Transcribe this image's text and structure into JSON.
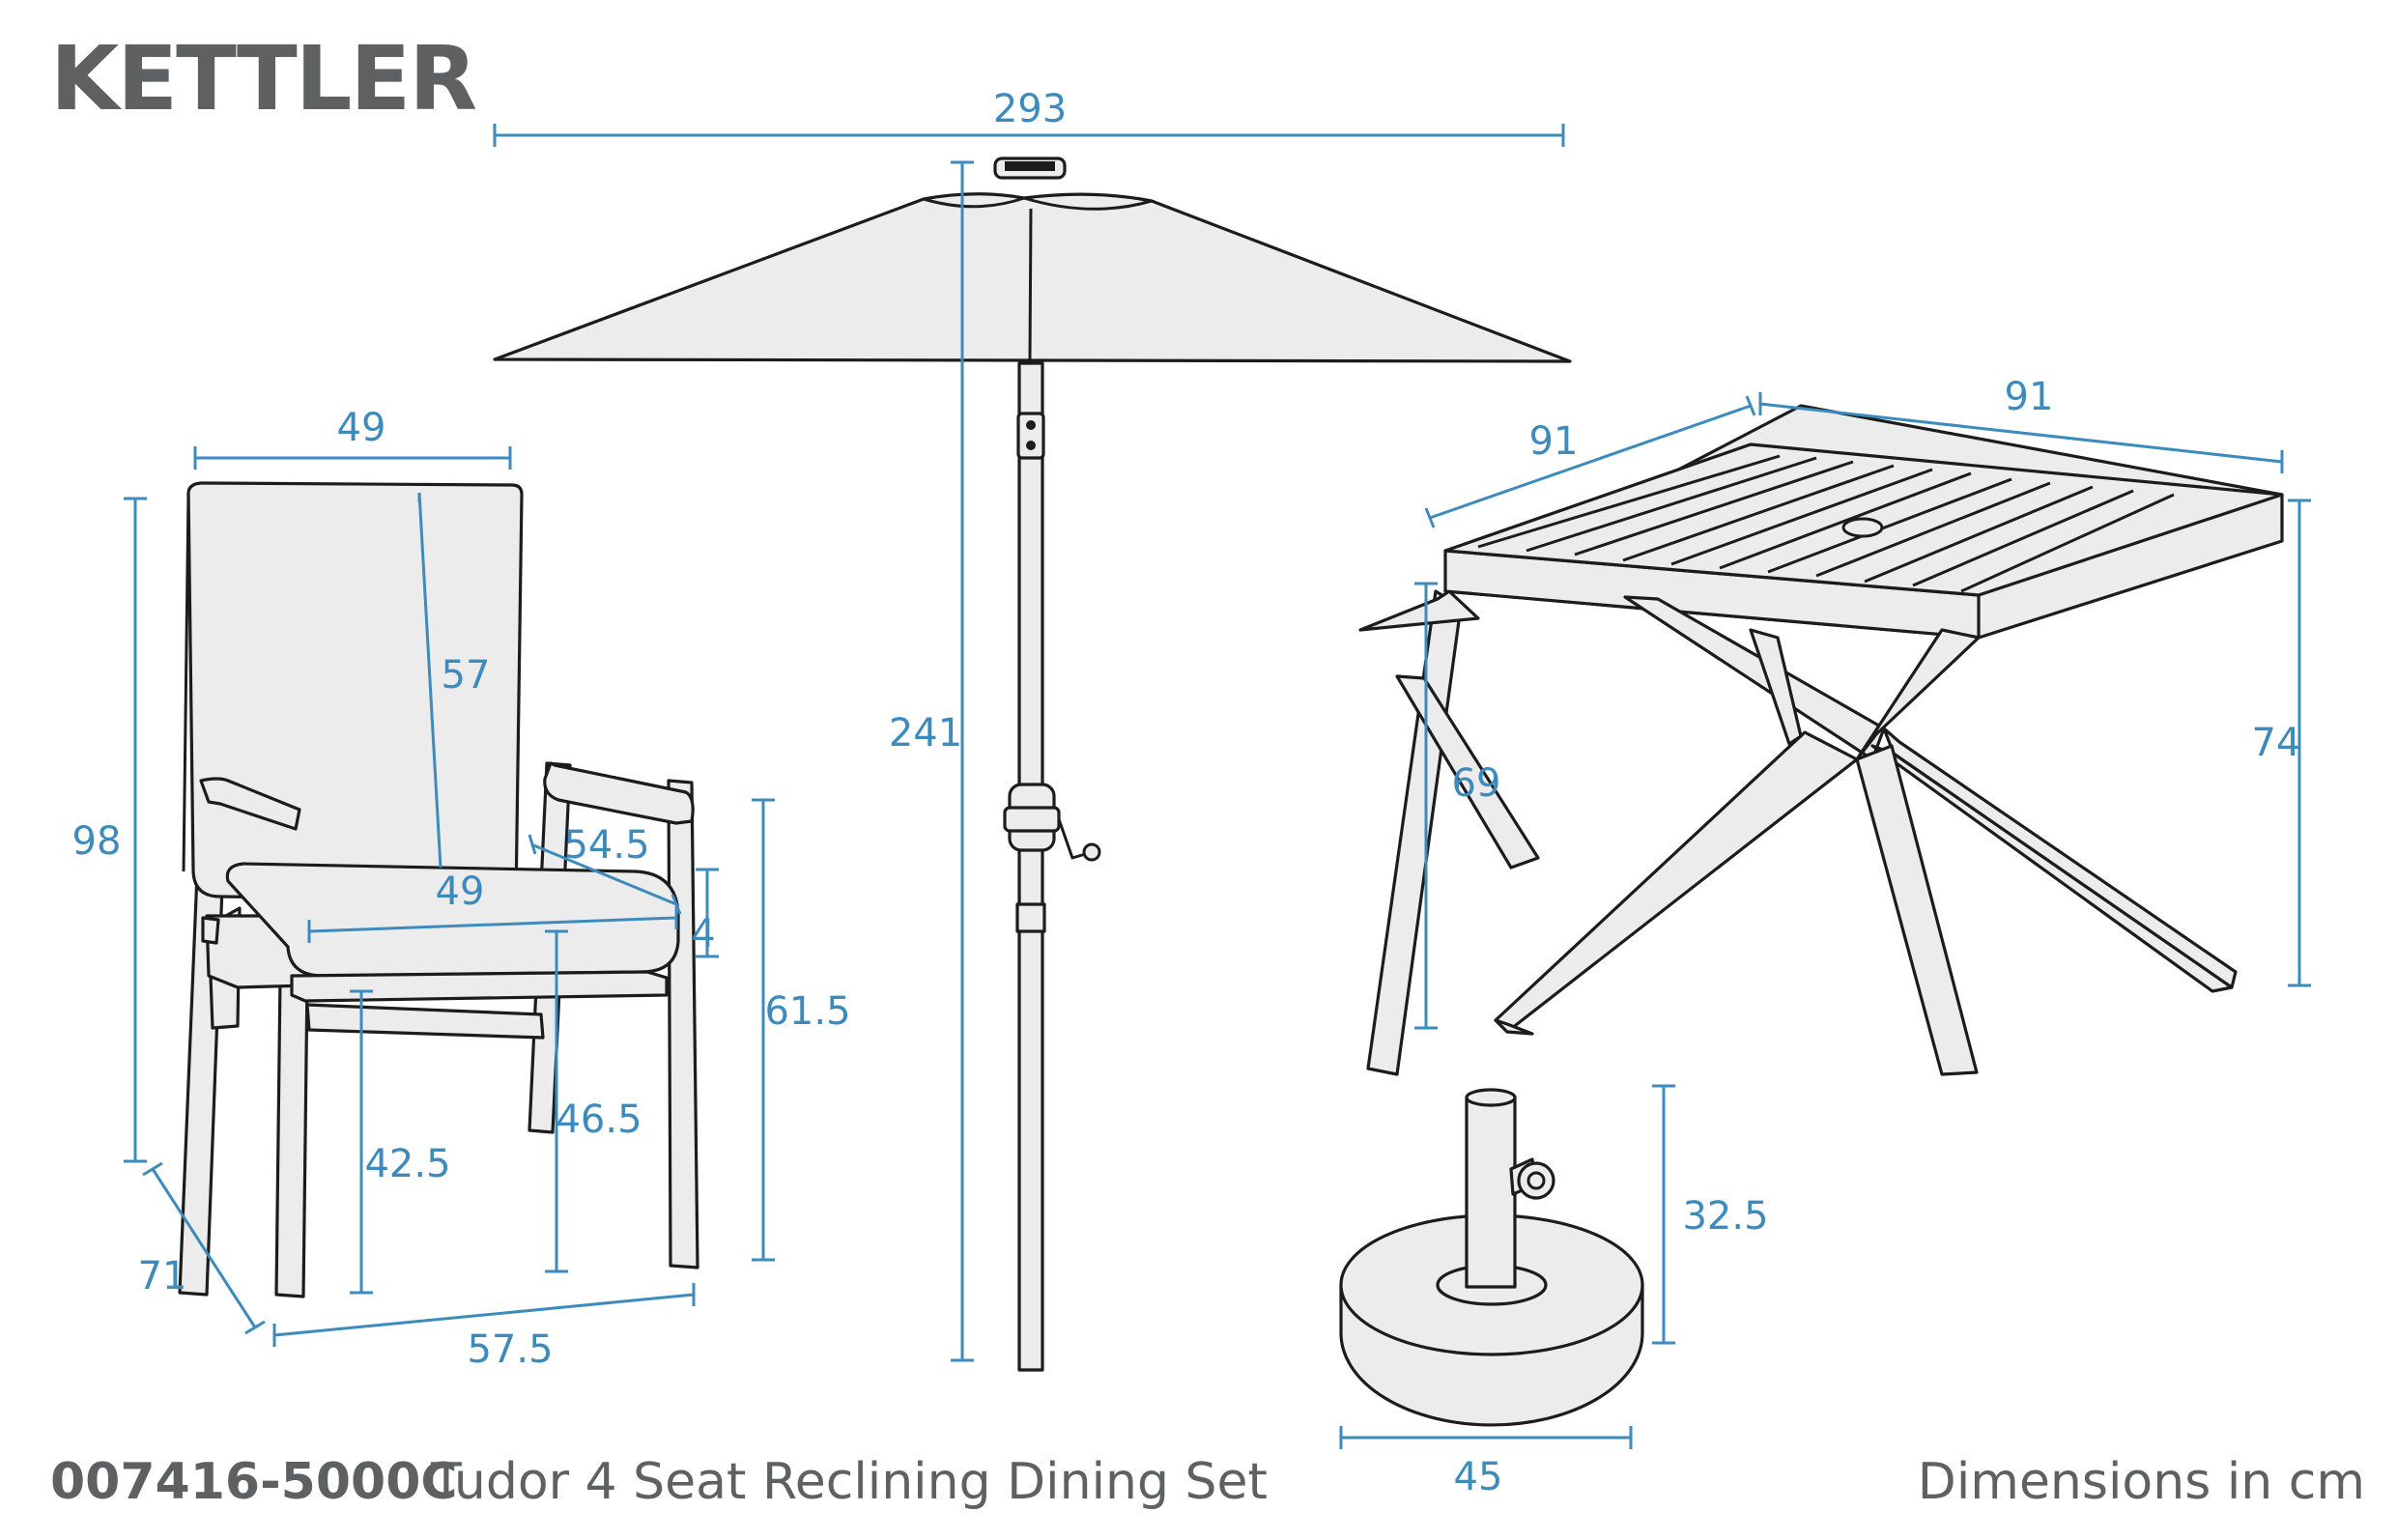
{
  "brand": "KETTLER",
  "footer": {
    "product_code": "007416-5000C",
    "product_name": "Tudor 4 Seat Reclining Dining Set",
    "units_note": "Dimensions in cm"
  },
  "dimensions": {
    "parasol_width": "293",
    "parasol_height": "241",
    "chair_width_top": "49",
    "chair_back_height": "57",
    "chair_total_height": "98",
    "chair_seat_diagonal": "54.5",
    "chair_seat_width": "49",
    "chair_cushion_thickness": "4",
    "chair_arm_height": "61.5",
    "chair_seat_height": "46.5",
    "chair_leg_height": "42.5",
    "chair_depth": "71",
    "chair_base_width": "57.5",
    "table_depth": "91",
    "table_width": "91",
    "table_leg_height": "69",
    "table_height": "74",
    "base_height": "32.5",
    "base_diameter": "45"
  },
  "colors": {
    "dimension": "#3d8bbd",
    "outline": "#1c1c1c",
    "fill": "#ececec",
    "text_grey": "#5f6062"
  }
}
